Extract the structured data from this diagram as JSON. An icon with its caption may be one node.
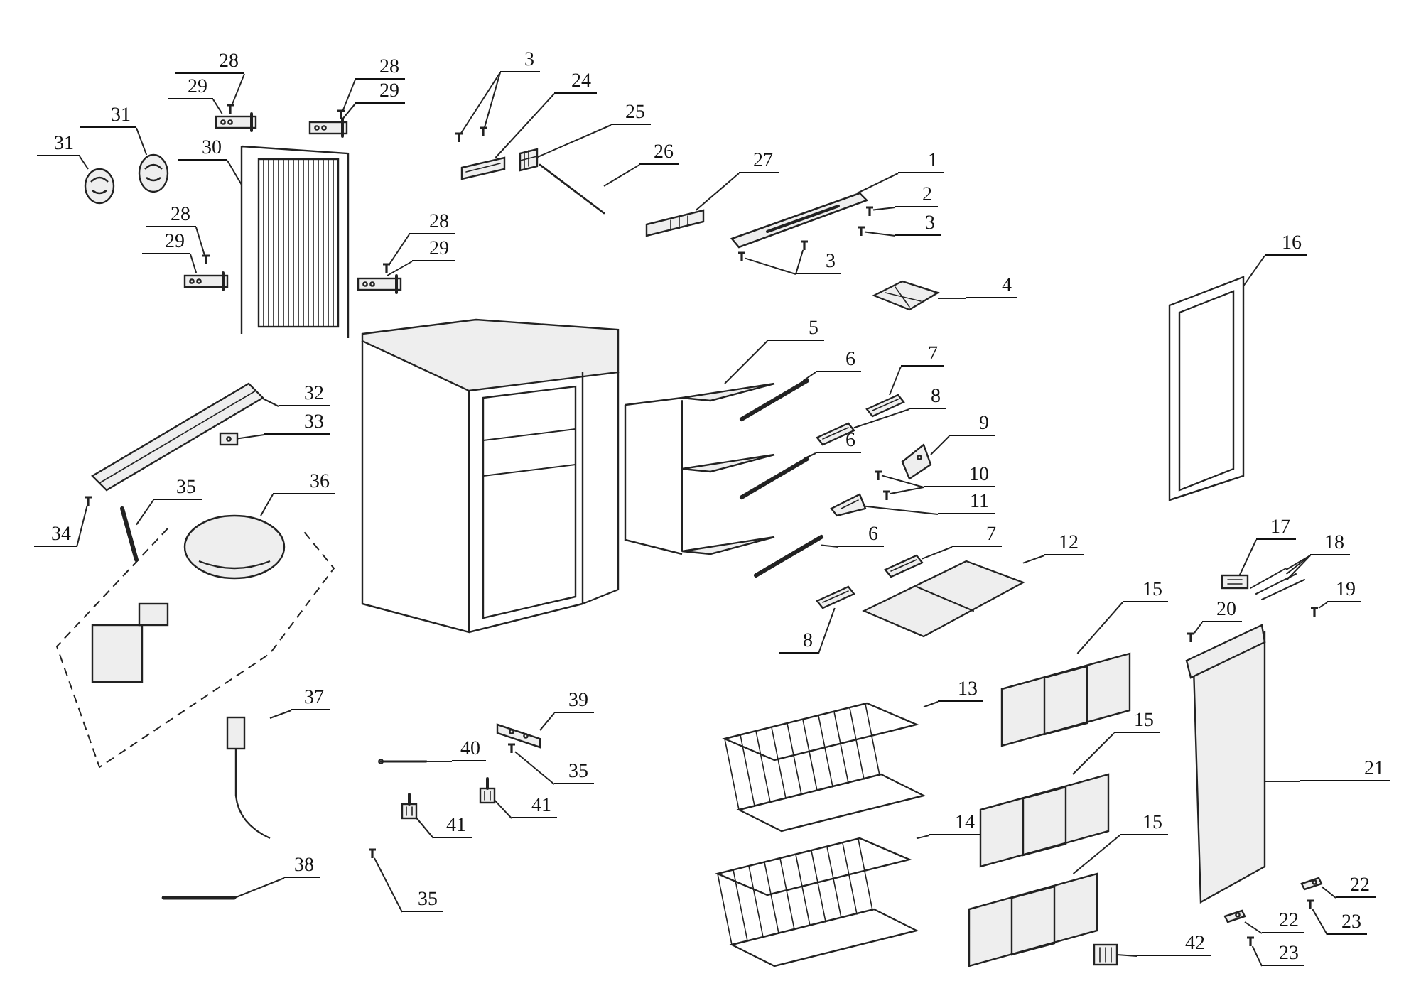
{
  "diagram": {
    "nodes": [
      {
        "text": [
          "28"
        ]
      },
      {
        "text": [
          "29"
        ]
      },
      {
        "text": [
          "28"
        ]
      },
      {
        "text": [
          "29"
        ]
      },
      {
        "text": [
          "3"
        ]
      },
      {
        "text": [
          "24"
        ]
      },
      {
        "text": [
          "25"
        ]
      },
      {
        "text": [
          "26"
        ]
      },
      {
        "text": [
          "27"
        ]
      },
      {
        "text": [
          "1"
        ]
      },
      {
        "text": [
          "2"
        ]
      },
      {
        "text": [
          "3"
        ]
      },
      {
        "text": [
          "3"
        ]
      },
      {
        "text": [
          "31"
        ]
      },
      {
        "text": [
          "31"
        ]
      },
      {
        "text": [
          "30"
        ]
      },
      {
        "text": [
          "28"
        ]
      },
      {
        "text": [
          "29"
        ]
      },
      {
        "text": [
          "28"
        ]
      },
      {
        "text": [
          "29"
        ]
      },
      {
        "text": [
          "32"
        ]
      },
      {
        "text": [
          "33"
        ]
      },
      {
        "text": [
          "34"
        ]
      },
      {
        "text": [
          "35"
        ]
      },
      {
        "text": [
          "36"
        ]
      },
      {
        "text": [
          "4"
        ]
      },
      {
        "text": [
          "5"
        ]
      },
      {
        "text": [
          "6"
        ]
      },
      {
        "text": [
          "7"
        ]
      },
      {
        "text": [
          "8"
        ]
      },
      {
        "text": [
          "9"
        ]
      },
      {
        "text": [
          "6"
        ]
      },
      {
        "text": [
          "10"
        ]
      },
      {
        "text": [
          "11"
        ]
      },
      {
        "text": [
          "6"
        ]
      },
      {
        "text": [
          "7"
        ]
      },
      {
        "text": [
          "12"
        ]
      },
      {
        "text": [
          "8"
        ]
      },
      {
        "text": [
          "16"
        ]
      },
      {
        "text": [
          "17"
        ]
      },
      {
        "text": [
          "18"
        ]
      },
      {
        "text": [
          "19"
        ]
      },
      {
        "text": [
          "20"
        ]
      },
      {
        "text": [
          "15"
        ]
      },
      {
        "text": [
          "13"
        ]
      },
      {
        "text": [
          "15"
        ]
      },
      {
        "text": [
          "14"
        ]
      },
      {
        "text": [
          "15"
        ]
      },
      {
        "text": [
          "21"
        ]
      },
      {
        "text": [
          "22"
        ]
      },
      {
        "text": [
          "23"
        ]
      },
      {
        "text": [
          "22"
        ]
      },
      {
        "text": [
          "23"
        ]
      },
      {
        "text": [
          "42"
        ]
      },
      {
        "text": [
          "37"
        ]
      },
      {
        "text": [
          "39"
        ]
      },
      {
        "text": [
          "40"
        ]
      },
      {
        "text": [
          "35"
        ]
      },
      {
        "text": [
          "41"
        ]
      },
      {
        "text": [
          "41"
        ]
      },
      {
        "text": [
          "38"
        ]
      },
      {
        "text": [
          "35"
        ]
      },
      {
        "text": [],
        "shape": "picture"
      },
      {
        "text": [],
        "shape": "picture"
      },
      {
        "text": [],
        "shape": "picture"
      },
      {
        "text": [],
        "shape": "picture"
      },
      {
        "text": [],
        "shape": "picture"
      },
      {
        "text": [],
        "shape": "picture"
      },
      {
        "text": [],
        "shape": "picture"
      },
      {
        "text": [],
        "shape": "picture"
      },
      {
        "text": [],
        "shape": "picture"
      },
      {
        "text": [],
        "shape": "picture"
      },
      {
        "text": [],
        "shape": "picture"
      },
      {
        "text": [],
        "shape": "picture"
      },
      {
        "text": [],
        "shape": "picture"
      },
      {
        "text": [],
        "shape": "picture"
      },
      {
        "text": [],
        "shape": "picture"
      },
      {
        "text": [],
        "shape": "picture"
      },
      {
        "text": [],
        "shape": "picture"
      },
      {
        "text": [],
        "shape": "picture"
      },
      {
        "text": [],
        "shape": "picture"
      },
      {
        "text": [],
        "shape": "picture"
      },
      {
        "text": [],
        "shape": "picture"
      },
      {
        "text": [],
        "shape": "picture"
      },
      {
        "text": [],
        "shape": "picture"
      },
      {
        "text": [],
        "shape": "picture"
      },
      {
        "text": [],
        "shape": "picture"
      },
      {
        "text": [],
        "shape": "picture"
      },
      {
        "text": [],
        "shape": "picture"
      },
      {
        "text": [],
        "shape": "picture"
      },
      {
        "text": [],
        "shape": "picture"
      },
      {
        "text": [],
        "shape": "picture"
      },
      {
        "text": [],
        "shape": "picture"
      },
      {
        "text": [],
        "shape": "picture"
      },
      {
        "text": [],
        "shape": "picture"
      },
      {
        "text": [],
        "shape": "picture"
      },
      {
        "text": [],
        "shape": "picture"
      },
      {
        "text": [],
        "shape": "picture"
      },
      {
        "text": [],
        "shape": "picture"
      },
      {
        "text": [],
        "shape": "picture"
      },
      {
        "text": [],
        "shape": "picture"
      },
      {
        "text": [],
        "shape": "picture"
      },
      {
        "text": [],
        "shape": "picture"
      },
      {
        "text": [],
        "shape": "picture"
      },
      {
        "text": [],
        "shape": "picture"
      },
      {
        "text": [],
        "shape": "picture"
      },
      {
        "text": [],
        "shape": "picture"
      },
      {
        "text": [],
        "shape": "picture"
      },
      {
        "text": [],
        "shape": "picture"
      },
      {
        "text": [],
        "shape": "picture"
      },
      {
        "text": [],
        "shape": "picture"
      },
      {
        "text": [],
        "shape": "picture"
      },
      {
        "text": [],
        "shape": "picture"
      },
      {
        "text": [],
        "shape": "picture"
      },
      {
        "text": [],
        "shape": "picture"
      },
      {
        "text": [],
        "shape": "picture"
      },
      {
        "text": [],
        "shape": "picture"
      },
      {
        "text": [],
        "shape": "picture"
      },
      {
        "text": [],
        "shape": "picture"
      },
      {
        "text": [],
        "shape": "picture"
      },
      {
        "text": [],
        "shape": "picture"
      },
      {
        "text": [],
        "shape": "picture"
      },
      {
        "text": [],
        "shape": "picture"
      },
      {
        "text": [],
        "shape": "picture"
      },
      {
        "text": [],
        "shape": "picture"
      },
      {
        "text": [],
        "shape": "picture"
      },
      {
        "text": [],
        "shape": "picture"
      },
      {
        "text": [],
        "shape": "picture"
      },
      {
        "text": [],
        "shape": "picture"
      }
    ],
    "edges": [
      {
        "from": 0,
        "to": 62,
        "arrow": "none"
      },
      {
        "from": 1,
        "to": 63,
        "arrow": "none"
      },
      {
        "from": 2,
        "to": 64,
        "arrow": "none"
      },
      {
        "from": 3,
        "to": 65,
        "arrow": "none"
      },
      {
        "from": 4,
        "to": 66,
        "arrow": "none"
      },
      {
        "from": 4,
        "to": 67,
        "arrow": "none"
      },
      {
        "from": 5,
        "to": 68,
        "arrow": "none"
      },
      {
        "from": 6,
        "to": 69,
        "arrow": "none"
      },
      {
        "from": 7,
        "to": 70,
        "arrow": "none"
      },
      {
        "from": 8,
        "to": 71,
        "arrow": "none"
      },
      {
        "from": 9,
        "to": 72,
        "arrow": "none"
      },
      {
        "from": 10,
        "to": 73,
        "arrow": "none"
      },
      {
        "from": 11,
        "to": 74,
        "arrow": "none"
      },
      {
        "from": 12,
        "to": 75,
        "arrow": "none"
      },
      {
        "from": 12,
        "to": 76,
        "arrow": "none"
      },
      {
        "from": 13,
        "to": 77,
        "arrow": "none"
      },
      {
        "from": 14,
        "to": 78,
        "arrow": "none"
      },
      {
        "from": 15,
        "to": 79,
        "arrow": "none"
      },
      {
        "from": 16,
        "to": 80,
        "arrow": "none"
      },
      {
        "from": 17,
        "to": 81,
        "arrow": "none"
      },
      {
        "from": 18,
        "to": 82,
        "arrow": "none"
      },
      {
        "from": 19,
        "to": 83,
        "arrow": "none"
      },
      {
        "from": 20,
        "to": 84,
        "arrow": "none"
      },
      {
        "from": 21,
        "to": 85,
        "arrow": "none"
      },
      {
        "from": 22,
        "to": 86,
        "arrow": "none"
      },
      {
        "from": 23,
        "to": 87,
        "arrow": "none"
      },
      {
        "from": 24,
        "to": 88,
        "arrow": "none"
      },
      {
        "from": 25,
        "to": 89,
        "arrow": "none"
      },
      {
        "from": 26,
        "to": 90,
        "arrow": "none"
      },
      {
        "from": 27,
        "to": 91,
        "arrow": "none"
      },
      {
        "from": 28,
        "to": 92,
        "arrow": "none"
      },
      {
        "from": 29,
        "to": 93,
        "arrow": "none"
      },
      {
        "from": 30,
        "to": 94,
        "arrow": "none"
      },
      {
        "from": 31,
        "to": 95,
        "arrow": "none"
      },
      {
        "from": 32,
        "to": 96,
        "arrow": "none"
      },
      {
        "from": 32,
        "to": 97,
        "arrow": "none"
      },
      {
        "from": 33,
        "to": 98,
        "arrow": "none"
      },
      {
        "from": 34,
        "to": 99,
        "arrow": "none"
      },
      {
        "from": 35,
        "to": 100,
        "arrow": "none"
      },
      {
        "from": 36,
        "to": 101,
        "arrow": "none"
      },
      {
        "from": 37,
        "to": 102,
        "arrow": "none"
      },
      {
        "from": 38,
        "to": 103,
        "arrow": "none"
      },
      {
        "from": 39,
        "to": 104,
        "arrow": "none"
      },
      {
        "from": 40,
        "to": 105,
        "arrow": "none"
      },
      {
        "from": 40,
        "to": 106,
        "arrow": "none"
      },
      {
        "from": 40,
        "to": 107,
        "arrow": "none"
      },
      {
        "from": 41,
        "to": 108,
        "arrow": "none"
      },
      {
        "from": 42,
        "to": 109,
        "arrow": "none"
      },
      {
        "from": 43,
        "to": 110,
        "arrow": "none"
      },
      {
        "from": 44,
        "to": 111,
        "arrow": "none"
      },
      {
        "from": 45,
        "to": 112,
        "arrow": "none"
      },
      {
        "from": 46,
        "to": 113,
        "arrow": "none"
      },
      {
        "from": 47,
        "to": 114,
        "arrow": "none"
      },
      {
        "from": 48,
        "to": 115,
        "arrow": "none"
      },
      {
        "from": 49,
        "to": 116,
        "arrow": "none"
      },
      {
        "from": 50,
        "to": 117,
        "arrow": "none"
      },
      {
        "from": 51,
        "to": 118,
        "arrow": "none"
      },
      {
        "from": 52,
        "to": 119,
        "arrow": "none"
      },
      {
        "from": 53,
        "to": 120,
        "arrow": "none"
      },
      {
        "from": 54,
        "to": 121,
        "arrow": "none"
      },
      {
        "from": 55,
        "to": 122,
        "arrow": "none"
      },
      {
        "from": 56,
        "to": 123,
        "arrow": "none"
      },
      {
        "from": 57,
        "to": 124,
        "arrow": "none"
      },
      {
        "from": 58,
        "to": 125,
        "arrow": "none"
      },
      {
        "from": 59,
        "to": 126,
        "arrow": "none"
      },
      {
        "from": 60,
        "to": 127,
        "arrow": "none"
      },
      {
        "from": 61,
        "to": 128,
        "arrow": "none"
      }
    ]
  }
}
